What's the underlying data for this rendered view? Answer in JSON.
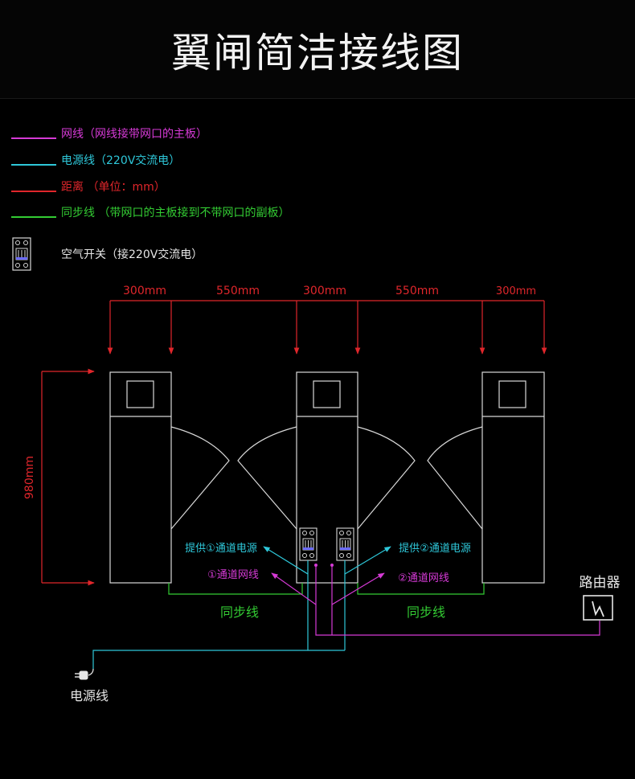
{
  "title": "翼闸简洁接线图",
  "colors": {
    "background": "#000000",
    "network": "#d63ad6",
    "power": "#2ec7d9",
    "dimension": "#e0262b",
    "sync": "#33cc33",
    "device_outline": "#d8d8d8",
    "text": "#e6e6e6"
  },
  "legend": {
    "network": "网线（网线接带网口的主板）",
    "power": "电源线（220V交流电）",
    "dimension": "距离 （单位：mm）",
    "sync": "同步线 （带网口的主板接到不带网口的副板）",
    "breaker": "空气开关（接220V交流电）"
  },
  "dimensions": {
    "top": [
      "300mm",
      "550mm",
      "300mm",
      "550mm",
      "300mm"
    ],
    "height": "980mm"
  },
  "labels": {
    "power_1": "提供①通道电源",
    "power_2": "提供②通道电源",
    "net_1": "①通道网线",
    "net_2": "②通道网线",
    "sync_left": "同步线",
    "sync_right": "同步线",
    "router": "路由器",
    "power_cord": "电源线"
  },
  "icons": [
    "circuit-breaker-icon",
    "router-icon",
    "power-plug-icon"
  ]
}
